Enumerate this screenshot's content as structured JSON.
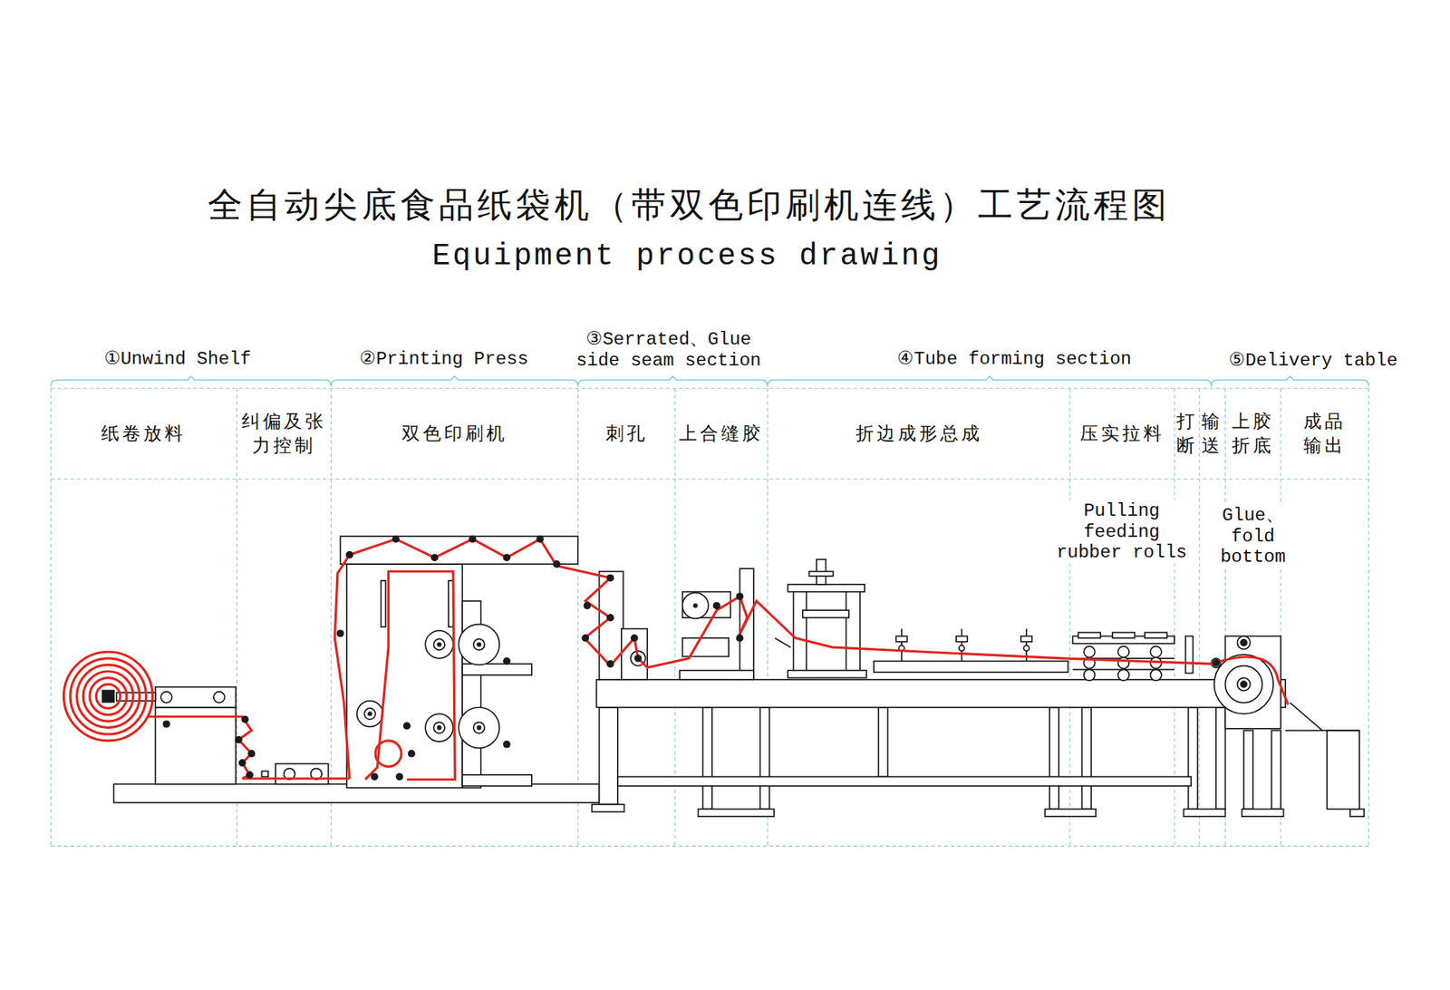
{
  "diagram": {
    "title": "全自动尖底食品纸袋机（带双色印刷机连线）工艺流程图",
    "nodes": [
      {
        "text": [
          "纸卷放料"
        ]
      },
      {
        "text": [
          "纠偏及张 力控制"
        ]
      },
      {
        "text": [
          "双色印刷机"
        ]
      },
      {
        "text": [
          "刺孔"
        ]
      },
      {
        "text": [
          "上合缝胶"
        ]
      },
      {
        "text": [
          "折边成形总成"
        ]
      },
      {
        "text": [
          "压实拉料"
        ]
      },
      {
        "text": [
          "打 断"
        ]
      },
      {
        "text": [
          "输 送"
        ]
      },
      {
        "text": [
          "上胶 折底"
        ]
      },
      {
        "text": [
          "成品 输出"
        ]
      }
    ],
    "labels": [
      "Equipment process drawing",
      "①Unwind Shelf",
      "②Printing Press",
      "③Serrated、Glue side seam section",
      "④Tube forming section",
      "⑤Delivery table",
      "Pulling feeding rubber rolls",
      "Glue、 fold bottom"
    ]
  }
}
